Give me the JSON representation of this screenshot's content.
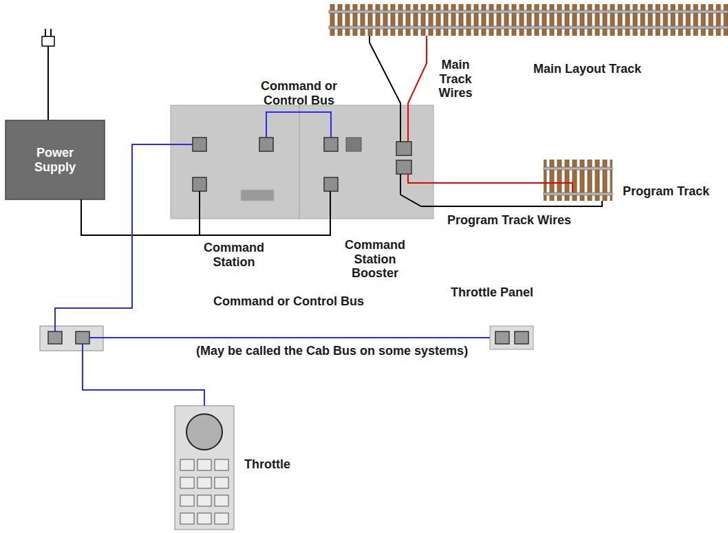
{
  "diagram": {
    "nodes": [
      {
        "text": [
          "Main Layout Track"
        ]
      },
      {
        "text": [
          "Power Supply"
        ]
      },
      {
        "text": [
          "Command Station"
        ]
      },
      {
        "text": [
          "Command Station Booster"
        ]
      },
      {
        "text": [
          "Program Track"
        ]
      },
      {
        "text": [
          "Throttle Panel"
        ]
      },
      {
        "text": [
          "Throttle"
        ]
      }
    ],
    "edges": [
      {
        "from": 1,
        "to": 2,
        "arrow": "none"
      },
      {
        "from": 1,
        "to": 3,
        "arrow": "none"
      },
      {
        "from": 2,
        "to": 3,
        "label": "Command or Control Bus",
        "arrow": "none"
      },
      {
        "from": 3,
        "to": 0,
        "label": "Main Track Wires",
        "arrow": "none"
      },
      {
        "from": 3,
        "to": 4,
        "label": "Program Track Wires",
        "arrow": "none"
      },
      {
        "from": 2,
        "to": 5,
        "label": "Command or Control Bus",
        "arrow": "none"
      },
      {
        "from": 2,
        "to": 6,
        "arrow": "none"
      }
    ],
    "labels": [
      "(May be called the Cab Bus on some systems)"
    ]
  }
}
